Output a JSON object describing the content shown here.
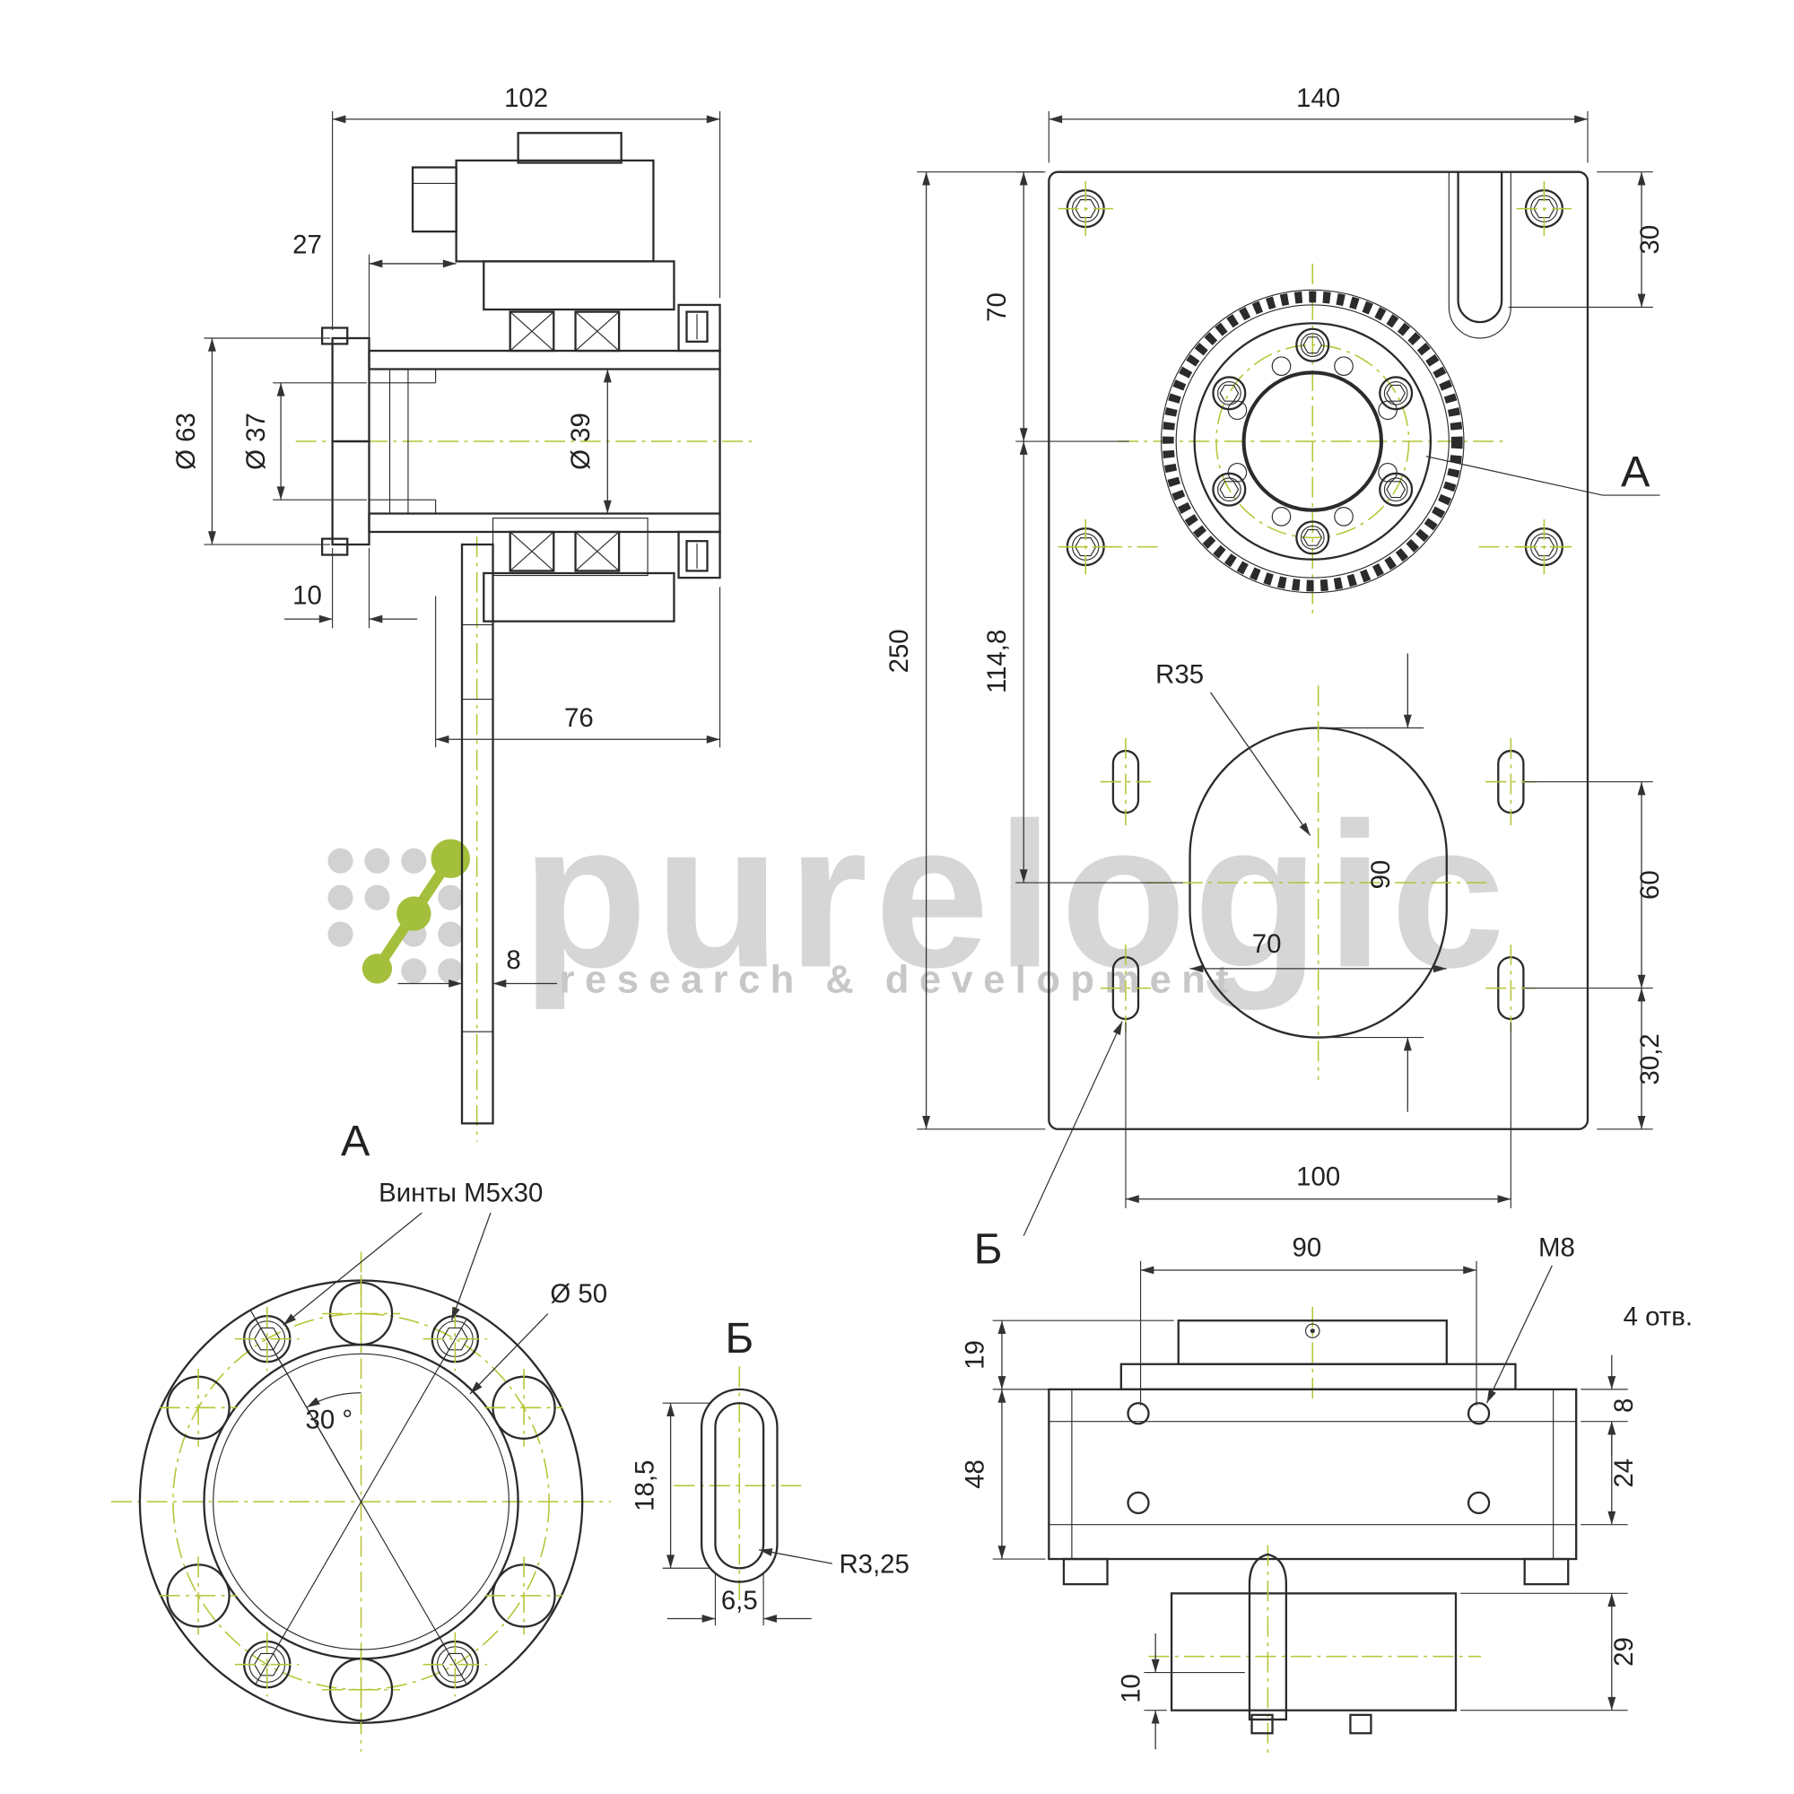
{
  "section_view": {
    "label": "А",
    "dim_overall": "102",
    "dim_27": "27",
    "dim_d63": "Ø 63",
    "dim_d37": "Ø 37",
    "dim_d39": "Ø 39",
    "dim_10": "10",
    "dim_76": "76",
    "dim_8": "8"
  },
  "plate_view": {
    "callout_a": "А",
    "callout_b": "Б",
    "dim_width": "140",
    "dim_30": "30",
    "dim_70_left": "70",
    "dim_height": "250",
    "dim_114_8": "114,8",
    "dim_r35": "R35",
    "dim_oval_h": "90",
    "dim_oval_w": "70",
    "dim_60": "60",
    "dim_30_2": "30,2",
    "dim_100": "100"
  },
  "flange_view": {
    "screws_note": "Винты М5х30",
    "dim_d50": "Ø 50",
    "dim_angle": "30 °"
  },
  "slot_detail": {
    "label": "Б",
    "dim_18_5": "18,5",
    "dim_6_5": "6,5",
    "dim_r3_25": "R3,25"
  },
  "side_view": {
    "dim_90": "90",
    "thread": "М8",
    "holes_note": "4 отв.",
    "dim_19": "19",
    "dim_48": "48",
    "dim_8": "8",
    "dim_24": "24",
    "dim_29": "29",
    "dim_10": "10"
  },
  "watermark": {
    "brand": "purelogic",
    "tagline": "research & development"
  }
}
